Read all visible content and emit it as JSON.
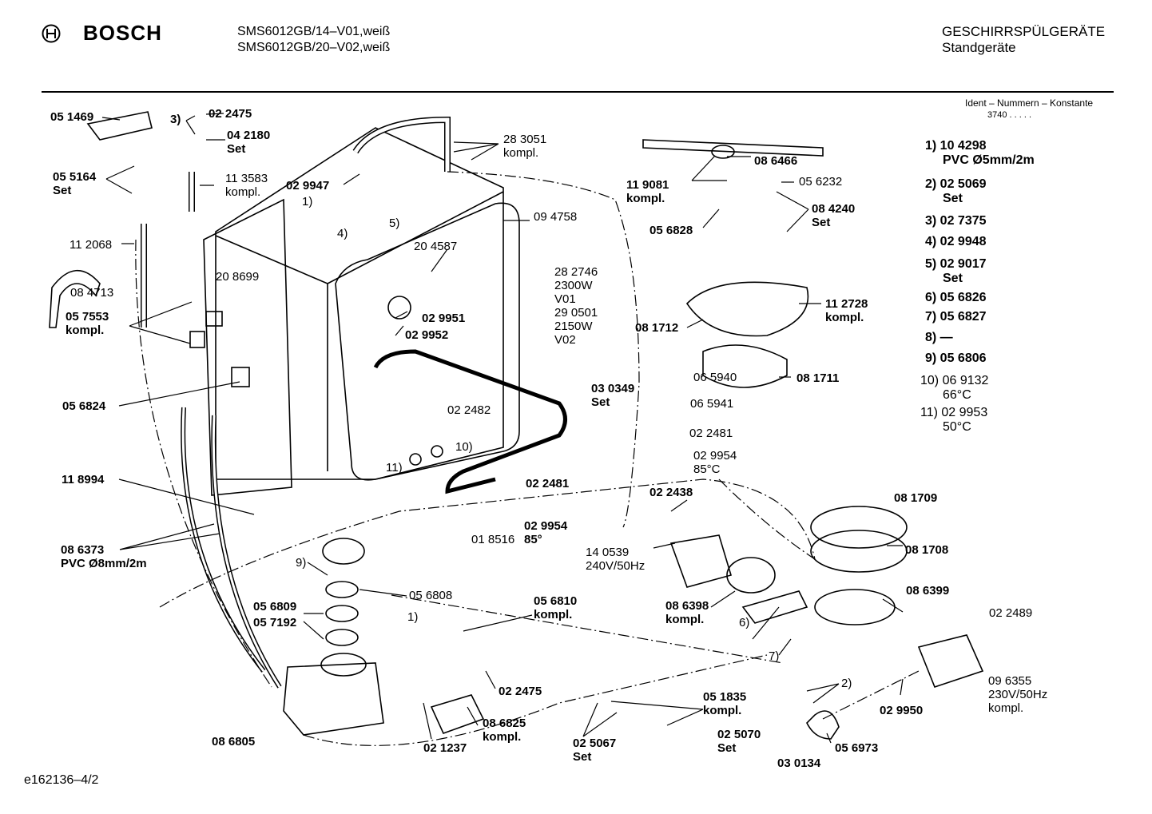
{
  "header": {
    "brand": "BOSCH",
    "models": [
      "SMS6012GB/14–V01,weiß",
      "SMS6012GB/20–V02,weiß"
    ],
    "category": [
      "GESCHIRRSPÜLGERÄTE",
      "Standgeräte"
    ]
  },
  "ident": {
    "title": "Ident – Nummern – Konstante",
    "constant": "3740 .  .  .  .  ."
  },
  "legend": [
    {
      "lines": [
        "1) 10 4298",
        "PVC Ø5mm/2m"
      ],
      "bold": true
    },
    {
      "lines": [
        "2) 02 5069",
        "Set"
      ],
      "bold": true
    },
    {
      "lines": [
        "3) 02 7375"
      ],
      "bold": true
    },
    {
      "lines": [
        "4) 02 9948"
      ],
      "bold": true
    },
    {
      "lines": [
        "5) 02 9017",
        "Set"
      ],
      "bold": true
    },
    {
      "lines": [
        "6) 05 6826"
      ],
      "bold": true
    },
    {
      "lines": [
        "7) 05 6827"
      ],
      "bold": true
    },
    {
      "lines": [
        "8)  —"
      ],
      "bold": true
    },
    {
      "lines": [
        "9) 05 6806"
      ],
      "bold": true
    },
    {
      "lines": [
        "10)  06 9132",
        "66°C"
      ],
      "bold": false
    },
    {
      "lines": [
        "11)  02 9953",
        "50°C"
      ],
      "bold": false
    }
  ],
  "labels": [
    {
      "lines": [
        "05 1469"
      ],
      "bold": true
    },
    {
      "lines": [
        "3)"
      ],
      "bold": true
    },
    {
      "lines": [
        "02 2475"
      ],
      "bold": true
    },
    {
      "lines": [
        "04 2180",
        "Set"
      ],
      "bold": true
    },
    {
      "lines": [
        "05 5164",
        "Set"
      ],
      "bold": true
    },
    {
      "lines": [
        "11 3583",
        "kompl."
      ],
      "bold": false
    },
    {
      "lines": [
        "1)"
      ],
      "bold": false
    },
    {
      "lines": [
        "02 9947"
      ],
      "bold": true
    },
    {
      "lines": [
        "28 3051",
        "kompl."
      ],
      "bold": false
    },
    {
      "lines": [
        "4)"
      ],
      "bold": false
    },
    {
      "lines": [
        "5)"
      ],
      "bold": false
    },
    {
      "lines": [
        "09 4758"
      ],
      "bold": false
    },
    {
      "lines": [
        "11 2068"
      ],
      "bold": false
    },
    {
      "lines": [
        "08 4713"
      ],
      "bold": false
    },
    {
      "lines": [
        "20 8699"
      ],
      "bold": false
    },
    {
      "lines": [
        "20 4587"
      ],
      "bold": false
    },
    {
      "lines": [
        "05 7553",
        "kompl."
      ],
      "bold": true
    },
    {
      "lines": [
        "02 9951"
      ],
      "bold": true
    },
    {
      "lines": [
        "02 9952"
      ],
      "bold": true
    },
    {
      "lines": [
        "28 2746",
        "2300W",
        "V01",
        "29 0501",
        "2150W",
        "V02"
      ],
      "bold": false
    },
    {
      "lines": [
        "05 6824"
      ],
      "bold": true
    },
    {
      "lines": [
        "02 2482"
      ],
      "bold": false
    },
    {
      "lines": [
        "10)"
      ],
      "bold": false
    },
    {
      "lines": [
        "11)"
      ],
      "bold": false
    },
    {
      "lines": [
        "02 2481"
      ],
      "bold": true
    },
    {
      "lines": [
        "11 8994"
      ],
      "bold": true
    },
    {
      "lines": [
        "02 9954",
        "85°"
      ],
      "bold": true
    },
    {
      "lines": [
        "01 8516"
      ],
      "bold": false
    },
    {
      "lines": [
        "08 6373",
        "PVC Ø8mm/2m"
      ],
      "bold": true
    },
    {
      "lines": [
        "9)"
      ],
      "bold": false
    },
    {
      "lines": [
        "05 6808"
      ],
      "bold": false
    },
    {
      "lines": [
        "05 6809"
      ],
      "bold": true
    },
    {
      "lines": [
        "05 7192"
      ],
      "bold": true
    },
    {
      "lines": [
        "1)"
      ],
      "bold": false
    },
    {
      "lines": [
        "05 6810",
        "kompl."
      ],
      "bold": true
    },
    {
      "lines": [
        "02 2475"
      ],
      "bold": true
    },
    {
      "lines": [
        "08 6825",
        "kompl."
      ],
      "bold": true
    },
    {
      "lines": [
        "08 6805"
      ],
      "bold": true
    },
    {
      "lines": [
        "02 1237"
      ],
      "bold": true
    },
    {
      "lines": [
        "05 1835",
        "kompl."
      ],
      "bold": true
    },
    {
      "lines": [
        "02 5067",
        "Set"
      ],
      "bold": true
    },
    {
      "lines": [
        "02 5070",
        "Set"
      ],
      "bold": true
    },
    {
      "lines": [
        "08 6466"
      ],
      "bold": true
    },
    {
      "lines": [
        "11 9081",
        "kompl."
      ],
      "bold": true
    },
    {
      "lines": [
        "05 6232"
      ],
      "bold": false
    },
    {
      "lines": [
        "08 4240",
        "Set"
      ],
      "bold": true
    },
    {
      "lines": [
        "05 6828"
      ],
      "bold": true
    },
    {
      "lines": [
        "11 2728",
        "kompl."
      ],
      "bold": true
    },
    {
      "lines": [
        "08 1712"
      ],
      "bold": true
    },
    {
      "lines": [
        "06 5940"
      ],
      "bold": false
    },
    {
      "lines": [
        "08 1711"
      ],
      "bold": true
    },
    {
      "lines": [
        "03 0349",
        "Set"
      ],
      "bold": true
    },
    {
      "lines": [
        "06 5941"
      ],
      "bold": false
    },
    {
      "lines": [
        "02 2481"
      ],
      "bold": false
    },
    {
      "lines": [
        "02 9954",
        "85°C"
      ],
      "bold": false
    },
    {
      "lines": [
        "02 2438"
      ],
      "bold": true
    },
    {
      "lines": [
        "08 1709"
      ],
      "bold": true
    },
    {
      "lines": [
        "14 0539",
        "240V/50Hz"
      ],
      "bold": false
    },
    {
      "lines": [
        "08 1708"
      ],
      "bold": true
    },
    {
      "lines": [
        "08 6398",
        "kompl."
      ],
      "bold": true
    },
    {
      "lines": [
        "08 6399"
      ],
      "bold": true
    },
    {
      "lines": [
        "6)"
      ],
      "bold": false
    },
    {
      "lines": [
        "7)"
      ],
      "bold": false
    },
    {
      "lines": [
        "02 2489"
      ],
      "bold": false
    },
    {
      "lines": [
        "2)"
      ],
      "bold": false
    },
    {
      "lines": [
        "09 6355",
        "230V/50Hz",
        "kompl."
      ],
      "bold": false
    },
    {
      "lines": [
        "02 9950"
      ],
      "bold": true
    },
    {
      "lines": [
        "03 0134"
      ],
      "bold": true
    },
    {
      "lines": [
        "05 6973"
      ],
      "bold": true
    }
  ],
  "footer": "e162136–4/2"
}
